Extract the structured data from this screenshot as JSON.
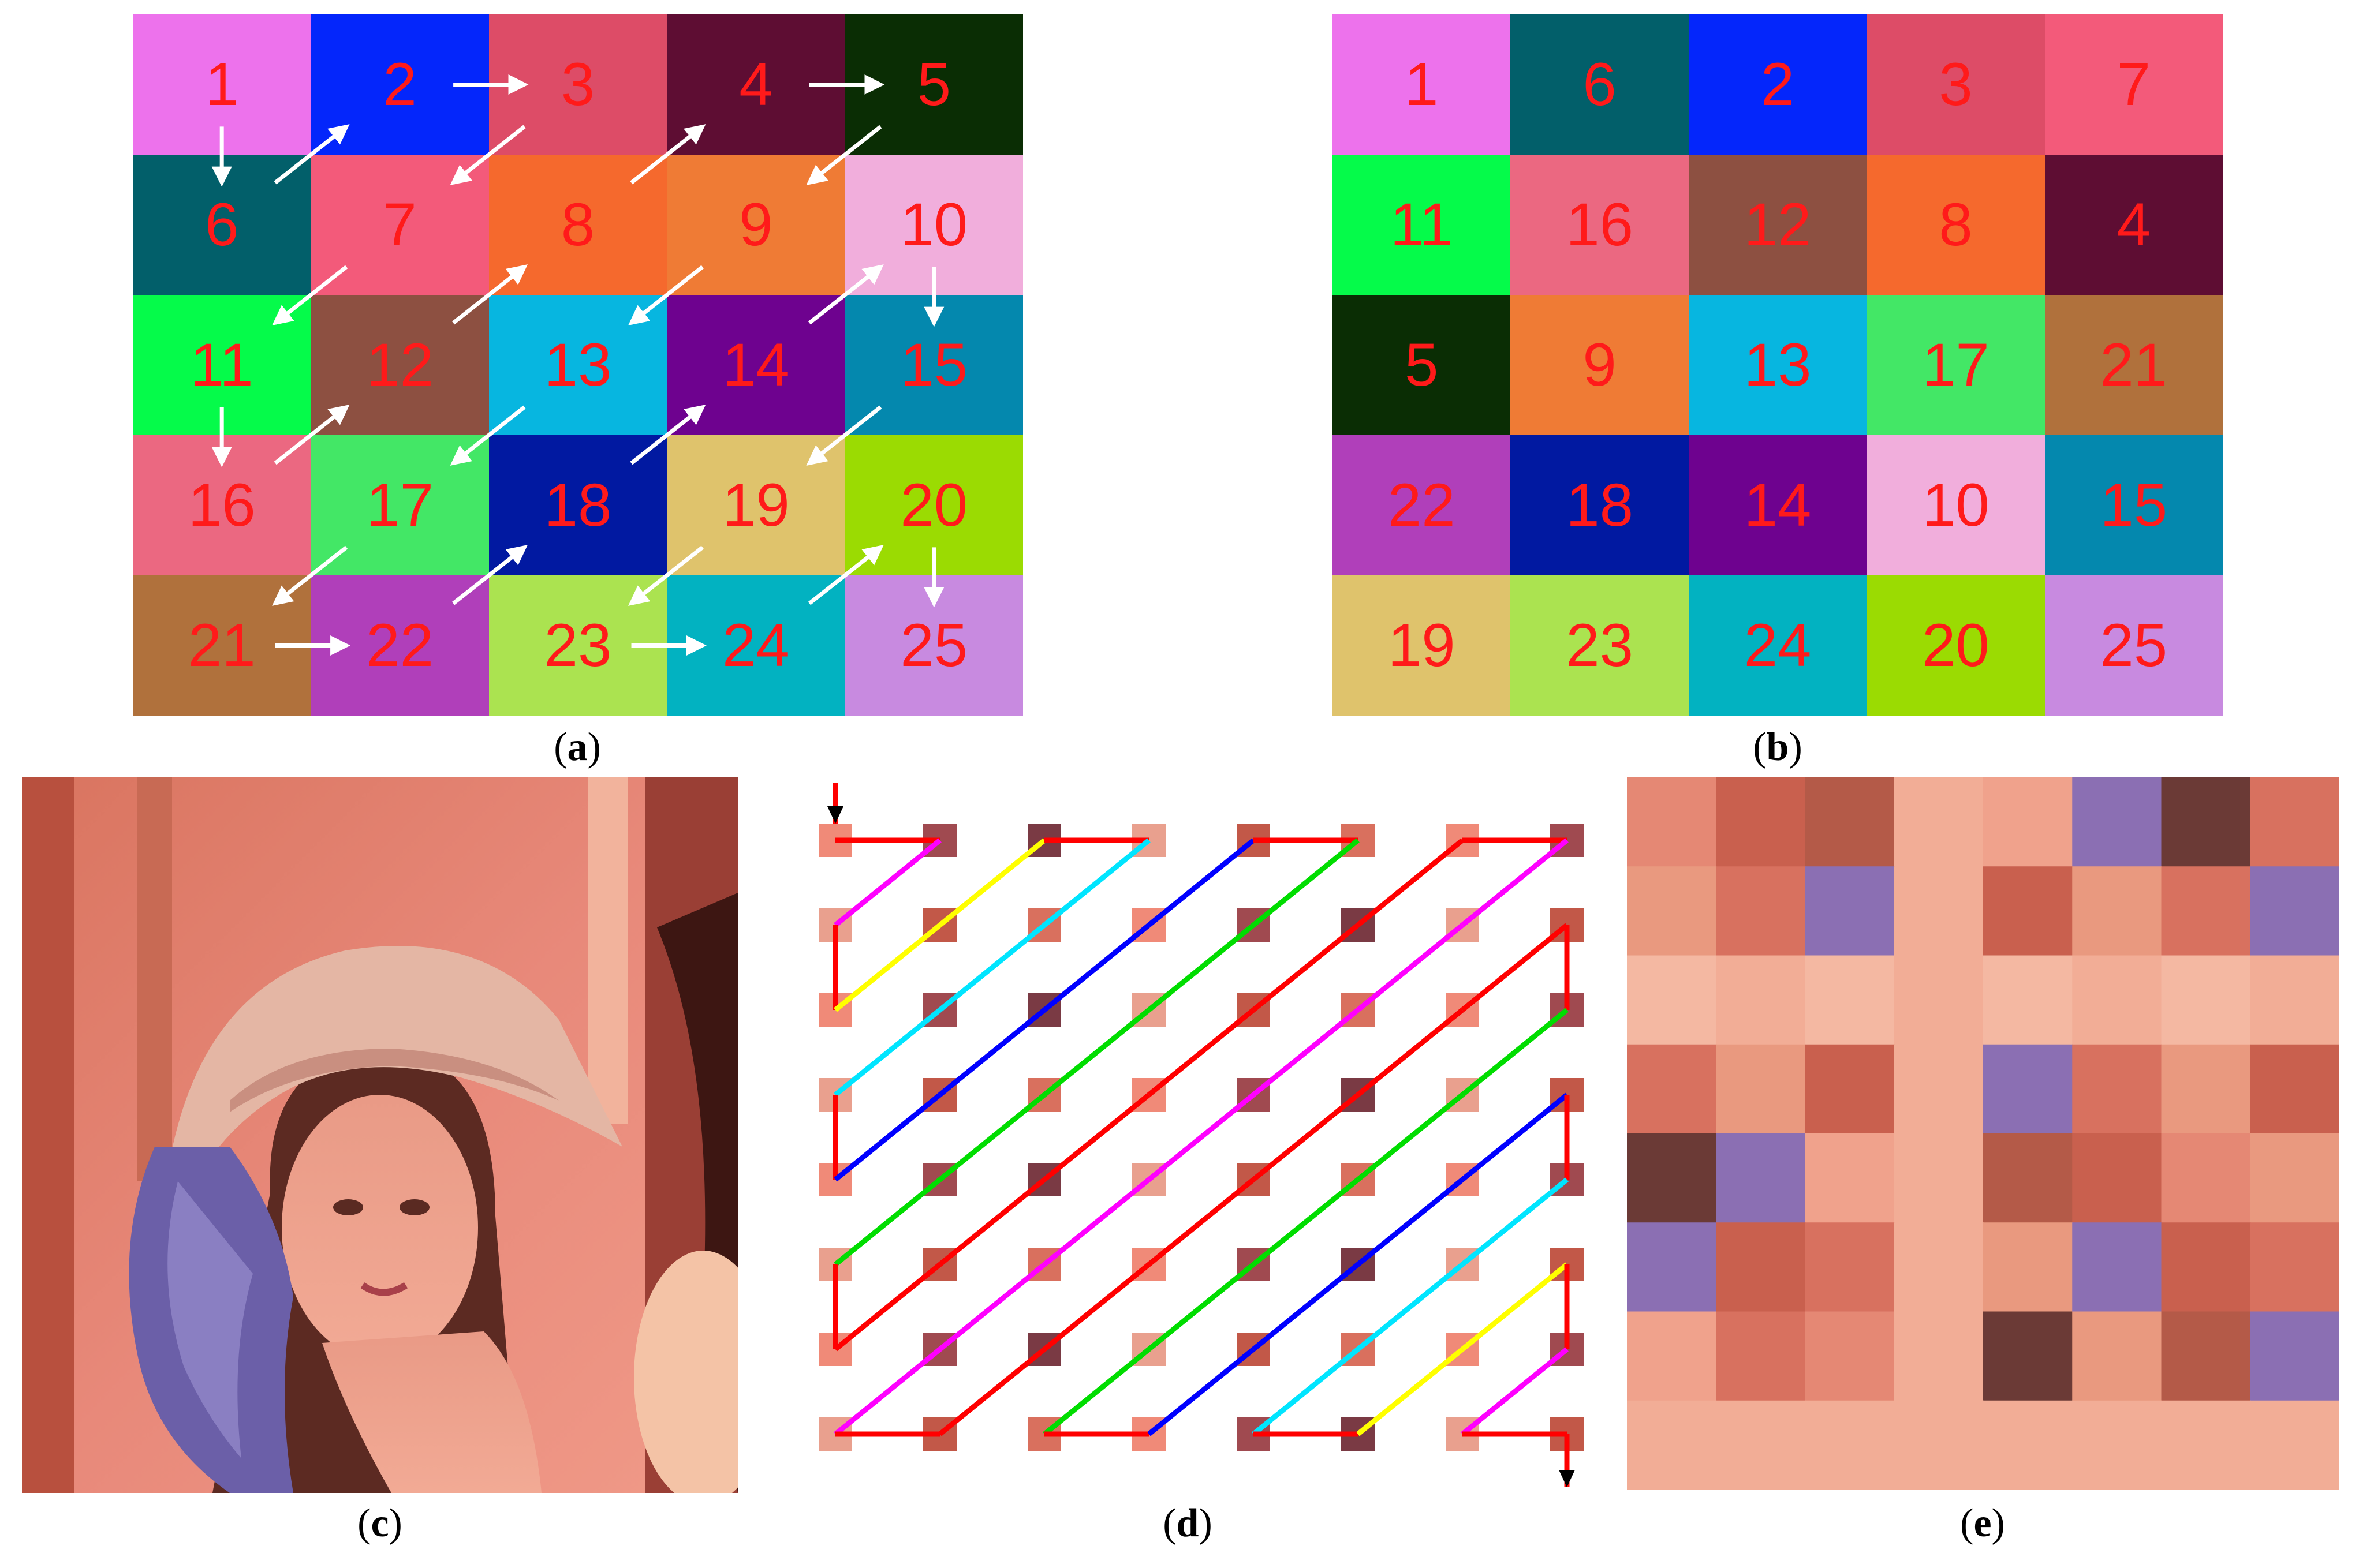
{
  "captions": {
    "a": "a",
    "b": "b",
    "c": "c",
    "d": "d",
    "e": "e"
  },
  "panel_a": {
    "cells": [
      {
        "label": "1",
        "color": "#ed72ec"
      },
      {
        "label": "2",
        "color": "#0426fb"
      },
      {
        "label": "3",
        "color": "#dd4c67"
      },
      {
        "label": "4",
        "color": "#5e0d33"
      },
      {
        "label": "5",
        "color": "#0a2d04"
      },
      {
        "label": "6",
        "color": "#025f6a"
      },
      {
        "label": "7",
        "color": "#f35a7a"
      },
      {
        "label": "8",
        "color": "#f5692d"
      },
      {
        "label": "9",
        "color": "#ef7b35"
      },
      {
        "label": "10",
        "color": "#f1aedc"
      },
      {
        "label": "11",
        "color": "#05fb4a"
      },
      {
        "label": "12",
        "color": "#8d5041"
      },
      {
        "label": "13",
        "color": "#07b6e0"
      },
      {
        "label": "14",
        "color": "#6e028f"
      },
      {
        "label": "15",
        "color": "#0488ae"
      },
      {
        "label": "16",
        "color": "#eb6881"
      },
      {
        "label": "17",
        "color": "#43e766"
      },
      {
        "label": "18",
        "color": "#0119a1"
      },
      {
        "label": "19",
        "color": "#dfc36c"
      },
      {
        "label": "20",
        "color": "#9bdb02"
      },
      {
        "label": "21",
        "color": "#b0713c"
      },
      {
        "label": "22",
        "color": "#b03fba"
      },
      {
        "label": "23",
        "color": "#abe350"
      },
      {
        "label": "24",
        "color": "#02b2c1"
      },
      {
        "label": "25",
        "color": "#c88ae0"
      }
    ]
  },
  "panel_b": {
    "cells": [
      {
        "label": "1",
        "color": "#ed72ec"
      },
      {
        "label": "6",
        "color": "#025f6a"
      },
      {
        "label": "2",
        "color": "#0426fb"
      },
      {
        "label": "3",
        "color": "#dd4c67"
      },
      {
        "label": "7",
        "color": "#f35a7a"
      },
      {
        "label": "11",
        "color": "#05fb4a"
      },
      {
        "label": "16",
        "color": "#eb6881"
      },
      {
        "label": "12",
        "color": "#8d5041"
      },
      {
        "label": "8",
        "color": "#f5692d"
      },
      {
        "label": "4",
        "color": "#5e0d33"
      },
      {
        "label": "5",
        "color": "#0a2d04"
      },
      {
        "label": "9",
        "color": "#ef7b35"
      },
      {
        "label": "13",
        "color": "#07b6e0"
      },
      {
        "label": "17",
        "color": "#43e766"
      },
      {
        "label": "21",
        "color": "#b0713c"
      },
      {
        "label": "22",
        "color": "#b03fba"
      },
      {
        "label": "18",
        "color": "#0119a1"
      },
      {
        "label": "14",
        "color": "#6e028f"
      },
      {
        "label": "10",
        "color": "#f1aedc"
      },
      {
        "label": "15",
        "color": "#0488ae"
      },
      {
        "label": "19",
        "color": "#dfc36c"
      },
      {
        "label": "23",
        "color": "#abe350"
      },
      {
        "label": "24",
        "color": "#02b2c1"
      },
      {
        "label": "20",
        "color": "#9bdb02"
      },
      {
        "label": "25",
        "color": "#c88ae0"
      }
    ]
  },
  "panel_d": {
    "grid_size": 8,
    "stroke_colors": [
      "#ff0000",
      "#ff00ff",
      "#ffff00",
      "#00e5ff",
      "#0000ff",
      "#00dd00"
    ]
  }
}
